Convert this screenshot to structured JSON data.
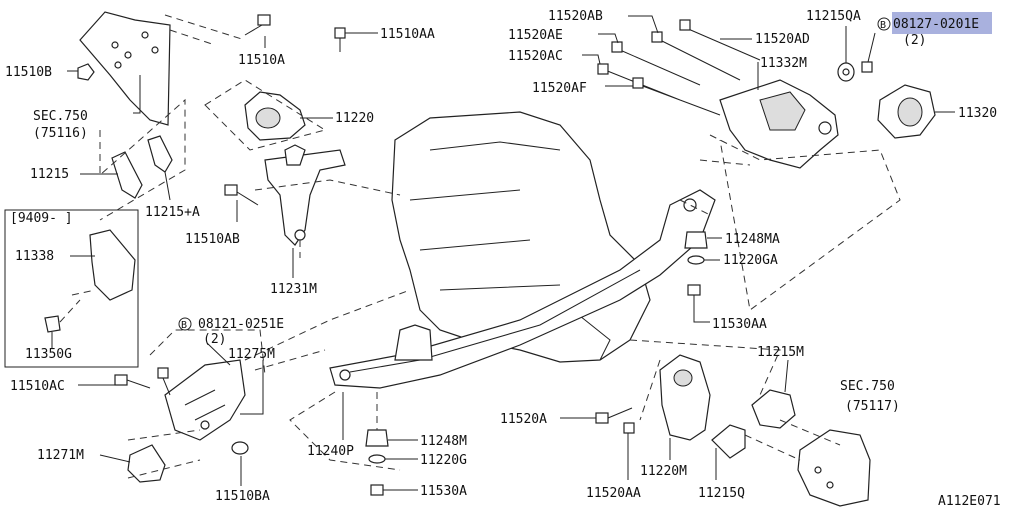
{
  "diagram_id": "A112E071",
  "callouts": {
    "p11510B": "11510B",
    "sec750a": "SEC.750",
    "sec750a_sub": "(75116)",
    "p11510A": "11510A",
    "p11510AA": "11510AA",
    "p11220": "11220",
    "p11215": "11215",
    "p11215A": "11215+A",
    "p11510AB": "11510AB",
    "p11231M": "11231M",
    "p11520AB": "11520AB",
    "p11520AE": "11520AE",
    "p11520AC": "11520AC",
    "p11520AF": "11520AF",
    "p11520AD": "11520AD",
    "p11332M": "11332M",
    "p11215QA": "11215QA",
    "p08127": "08127-0201E",
    "p08127_qty": "(2)",
    "p11320": "11320",
    "p11248MA": "11248MA",
    "p11220GA": "11220GA",
    "p11530AA": "11530AA",
    "inset_date": "[9409-    ]",
    "p11338": "11338",
    "p11350G": "11350G",
    "p08121": "08121-0251E",
    "p08121_qty": "(2)",
    "p11275M": "11275M",
    "p11510AC": "11510AC",
    "p11271M": "11271M",
    "p11510BA": "11510BA",
    "p11240P": "11240P",
    "p11248M": "11248M",
    "p11220G": "11220G",
    "p11530A": "11530A",
    "p11520A": "11520A",
    "p11520AA": "11520AA",
    "p11220M": "11220M",
    "p11215Q": "11215Q",
    "p11215M": "11215M",
    "sec750b": "SEC.750",
    "sec750b_sub": "(75117)",
    "bolt_badge": "B"
  },
  "colors": {
    "line": "#222222",
    "highlight": "#9aa3d8",
    "background": "#ffffff"
  }
}
